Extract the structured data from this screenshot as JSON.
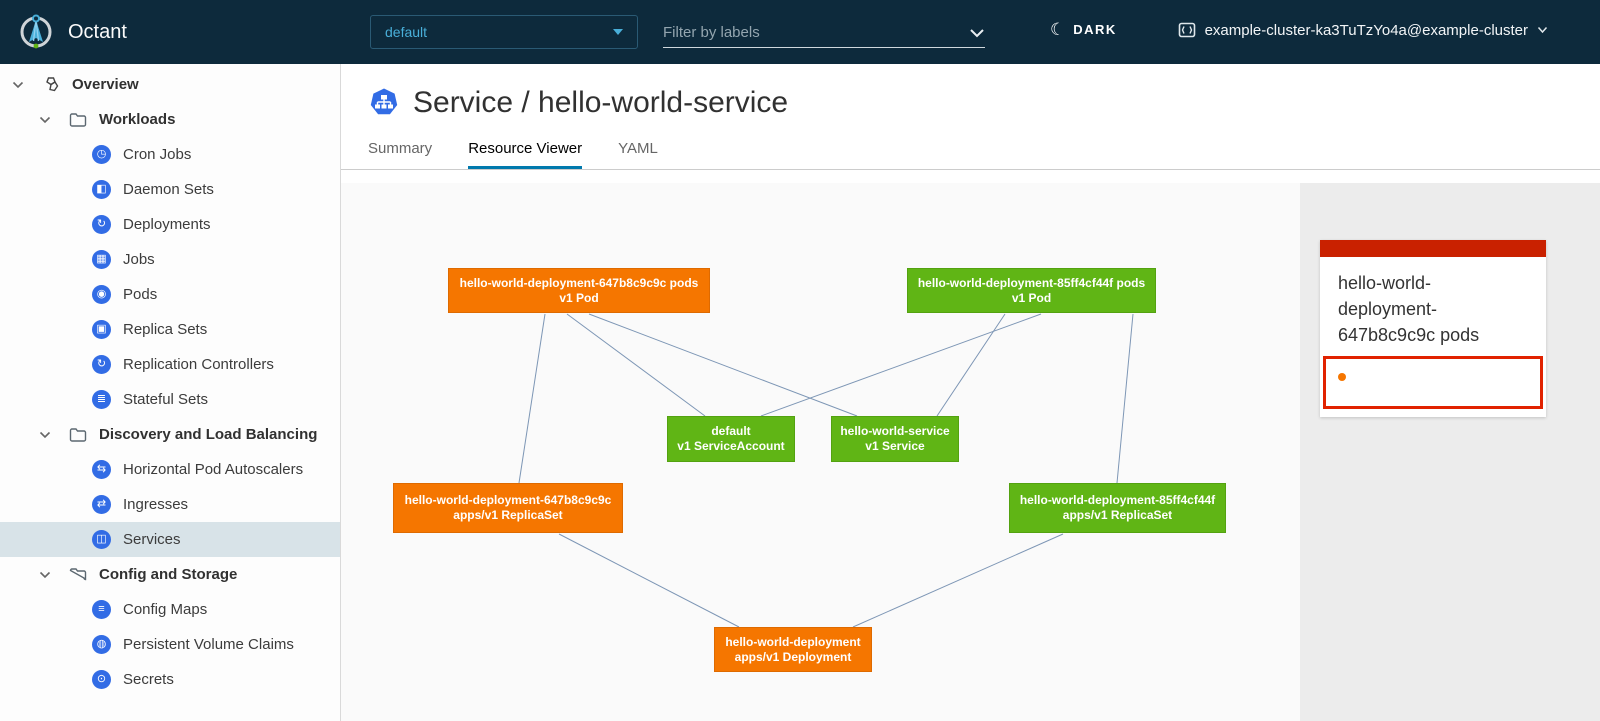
{
  "header": {
    "app_name": "Octant",
    "namespace_selector": {
      "value": "default"
    },
    "filter": {
      "placeholder": "Filter by labels"
    },
    "theme_toggle": {
      "label": "DARK"
    },
    "cluster": {
      "label": "example-cluster-ka3TuTzYo4a@example-cluster"
    }
  },
  "sidebar": {
    "items": [
      {
        "label": "Overview"
      },
      {
        "label": "Workloads"
      },
      {
        "label": "Cron Jobs",
        "glyph": "◷"
      },
      {
        "label": "Daemon Sets",
        "glyph": "◧"
      },
      {
        "label": "Deployments",
        "glyph": "↻"
      },
      {
        "label": "Jobs",
        "glyph": "▦"
      },
      {
        "label": "Pods",
        "glyph": "◉"
      },
      {
        "label": "Replica Sets",
        "glyph": "▣"
      },
      {
        "label": "Replication Controllers",
        "glyph": "↻"
      },
      {
        "label": "Stateful Sets",
        "glyph": "≣"
      },
      {
        "label": "Discovery and Load Balancing"
      },
      {
        "label": "Horizontal Pod Autoscalers",
        "glyph": "⇆"
      },
      {
        "label": "Ingresses",
        "glyph": "⇄"
      },
      {
        "label": "Services",
        "glyph": "◫",
        "selected": true
      },
      {
        "label": "Config and Storage"
      },
      {
        "label": "Config Maps",
        "glyph": "≡"
      },
      {
        "label": "Persistent Volume Claims",
        "glyph": "◍"
      },
      {
        "label": "Secrets",
        "glyph": "⊙"
      }
    ]
  },
  "main": {
    "title": "Service / hello-world-service",
    "tabs": [
      {
        "label": "Summary",
        "active": false
      },
      {
        "label": "Resource Viewer",
        "active": true
      },
      {
        "label": "YAML",
        "active": false
      }
    ]
  },
  "graph": {
    "nodes": [
      {
        "line1": "hello-world-deployment-647b8c9c9c pods",
        "line2": "v1 Pod",
        "status": "warning"
      },
      {
        "line1": "hello-world-deployment-85ff4cf44f pods",
        "line2": "v1 Pod",
        "status": "ok"
      },
      {
        "line1": "default",
        "line2": "v1 ServiceAccount",
        "status": "ok"
      },
      {
        "line1": "hello-world-service",
        "line2": "v1 Service",
        "status": "ok"
      },
      {
        "line1": "hello-world-deployment-647b8c9c9c",
        "line2": "apps/v1 ReplicaSet",
        "status": "warning"
      },
      {
        "line1": "hello-world-deployment-85ff4cf44f",
        "line2": "apps/v1 ReplicaSet",
        "status": "ok"
      },
      {
        "line1": "hello-world-deployment",
        "line2": "apps/v1 Deployment",
        "status": "warning"
      }
    ],
    "edges": [
      [
        "pod-647",
        "replicaset-647"
      ],
      [
        "pod-647",
        "serviceaccount-default"
      ],
      [
        "pod-647",
        "service-hello-world"
      ],
      [
        "pod-85f",
        "serviceaccount-default"
      ],
      [
        "pod-85f",
        "service-hello-world"
      ],
      [
        "pod-85f",
        "replicaset-85f"
      ],
      [
        "replicaset-647",
        "deployment"
      ],
      [
        "replicaset-85f",
        "deployment"
      ]
    ]
  },
  "panel": {
    "card": {
      "title": "hello-world-deployment-647b8c9c9c pods"
    }
  },
  "colors": {
    "header_bg": "#0d2a3c",
    "accent_blue": "#49afd9",
    "k8s_icon_blue": "#326ce5",
    "node_warning_orange": "#f57600",
    "node_ok_green": "#60b515",
    "card_bar_red": "#c92100",
    "status_border_red": "#e12200",
    "selected_item_bg": "#d8e3e8",
    "edge_line": "#7d96b5"
  }
}
